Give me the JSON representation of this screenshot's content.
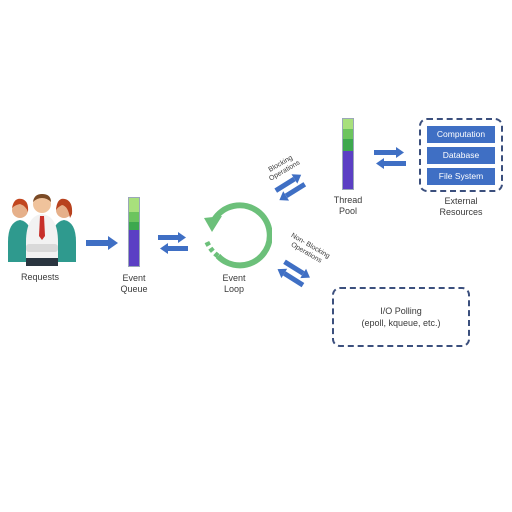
{
  "labels": {
    "requests": "Requests",
    "event_queue_1": "Event",
    "event_queue_2": "Queue",
    "event_loop_1": "Event",
    "event_loop_2": "Loop",
    "thread_pool_1": "Thread",
    "thread_pool_2": "Pool",
    "external_1": "External",
    "external_2": "Resources",
    "blocking_1": "Blocking",
    "blocking_2": "Operations",
    "nonblocking_1": "Non- Blocking",
    "nonblocking_2": "Operations"
  },
  "external_resources": [
    "Computation",
    "Database",
    "File System"
  ],
  "io_polling": {
    "title": "I/O Polling",
    "subtitle": "(epoll, kqueue, etc.)"
  },
  "colors": {
    "arrow": "#3f6fc4",
    "loop": "#6cc07a",
    "queue_green": "#7dce6a",
    "queue_purple": "#5b3fc4",
    "box_border": "#3b4f7d",
    "box_fill": "#3f6fc4"
  }
}
